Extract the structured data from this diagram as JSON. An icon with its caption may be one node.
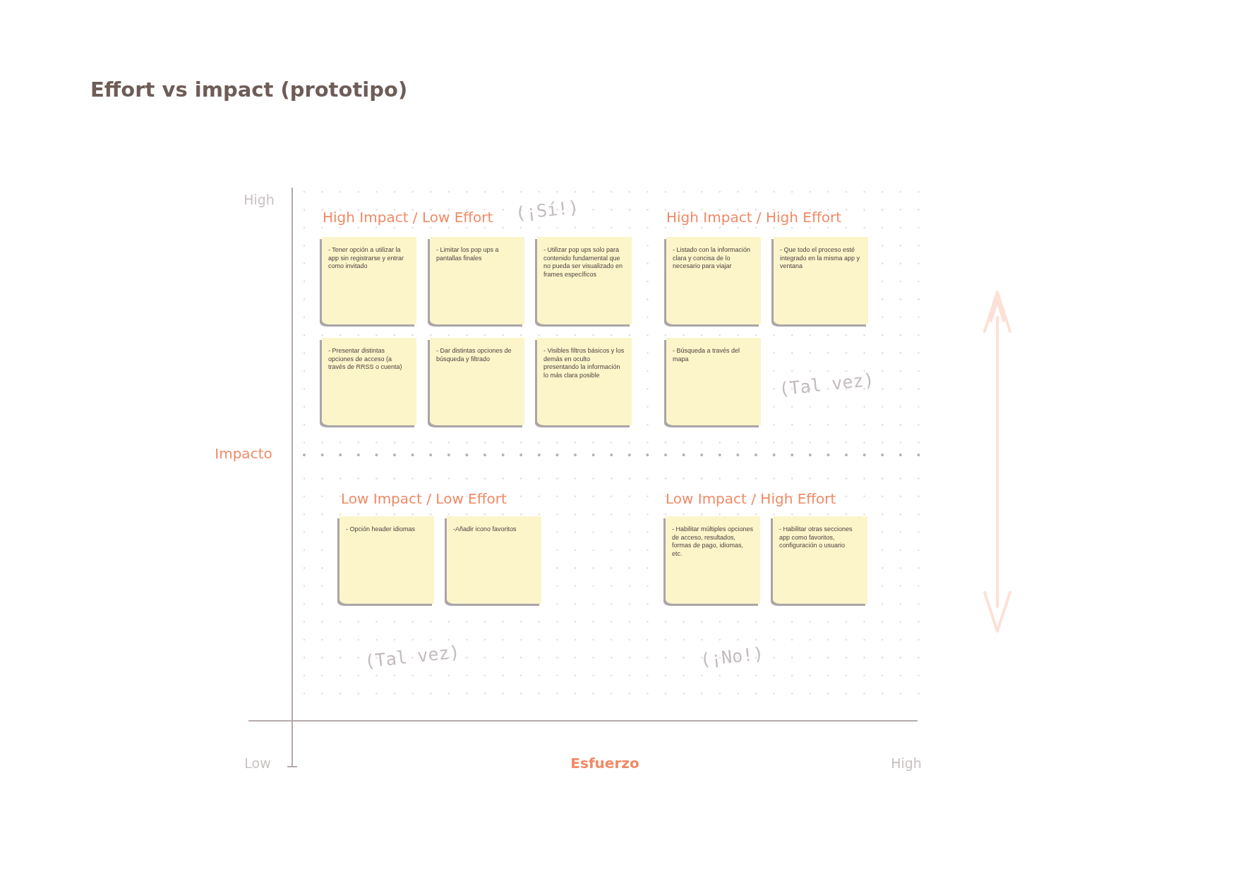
{
  "diagram": {
    "title": "Effort vs impact (prototipo)",
    "nodes": [
      {
        "text": [
          "- Tener opción a utilizar la app sin registrarse y entrar como invitado"
        ]
      },
      {
        "text": [
          "- Limitar los pop ups a pantallas finales"
        ]
      },
      {
        "text": [
          "- Utilizar pop ups solo para contenido fundamental que no pueda ser visualizado en frames específicos"
        ]
      },
      {
        "text": [
          "- Listado con la información clara y concisa de lo necesario para viajar"
        ]
      },
      {
        "text": [
          "- Que todo el proceso esté integrado en la misma app y ventana"
        ]
      },
      {
        "text": [
          "- Presentar distintas opciones de acceso (a través de RRSS o cuenta)"
        ]
      },
      {
        "text": [
          "- Dar distintas opciones de búsqueda y filtrado"
        ]
      },
      {
        "text": [
          "- Visibles filtros básicos y los demás en oculto presentando la información lo más clara posible"
        ]
      },
      {
        "text": [
          "- Búsqueda a través del mapa"
        ]
      },
      {
        "text": [
          "- Opción header idiomas"
        ]
      },
      {
        "text": [
          "-Añadir icono favoritos"
        ]
      },
      {
        "text": [
          "- Habilitar múltiples opciones de acceso, resultados, formas de pago, idiomas, etc."
        ]
      },
      {
        "text": [
          "- Habilitar otras secciones app como favoritos, configuración o usuario"
        ]
      }
    ],
    "labels": [
      "High",
      "High Impact / Low Effort",
      "(¡Sí!)",
      "High Impact / High Effort",
      "(Tal vez)",
      "Impacto",
      "Low Impact / Low Effort",
      "Low Impact / High Effort",
      "(Tal vez)",
      "(¡No!)",
      "Low",
      "Esfuerzo",
      "High"
    ]
  }
}
